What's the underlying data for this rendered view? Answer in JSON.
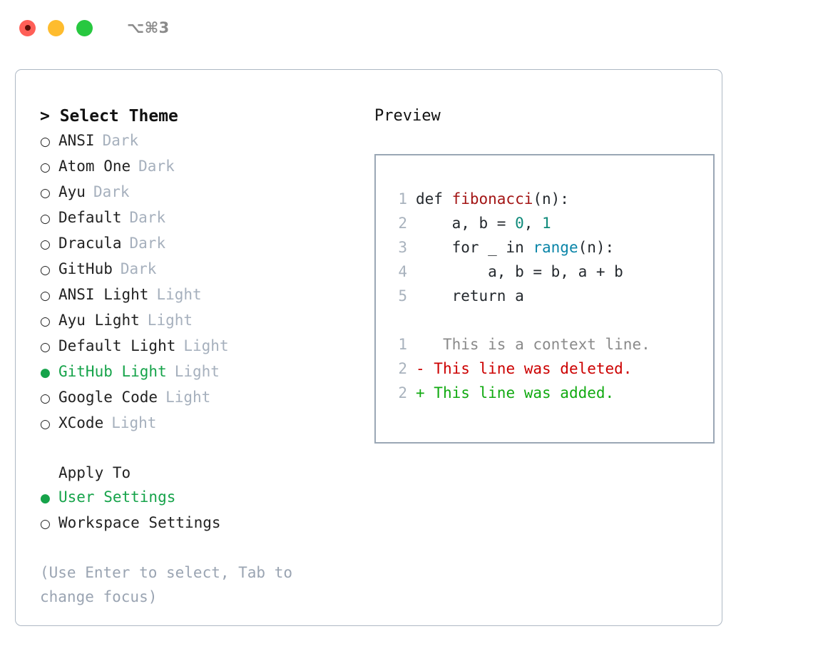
{
  "titlebar": {
    "shortcut": "⌥⌘3",
    "lights": [
      {
        "name": "close",
        "color": "#ff5f57"
      },
      {
        "name": "minimize",
        "color": "#febc2e"
      },
      {
        "name": "maximize",
        "color": "#28c840"
      }
    ]
  },
  "left": {
    "title": "> Select Theme",
    "themes": [
      {
        "bullet": "○",
        "name": "ANSI",
        "tag": "Dark",
        "selected": false
      },
      {
        "bullet": "○",
        "name": "Atom One",
        "tag": "Dark",
        "selected": false
      },
      {
        "bullet": "○",
        "name": "Ayu",
        "tag": "Dark",
        "selected": false
      },
      {
        "bullet": "○",
        "name": "Default",
        "tag": "Dark",
        "selected": false
      },
      {
        "bullet": "○",
        "name": "Dracula",
        "tag": "Dark",
        "selected": false
      },
      {
        "bullet": "○",
        "name": "GitHub",
        "tag": "Dark",
        "selected": false
      },
      {
        "bullet": "○",
        "name": "ANSI Light",
        "tag": "Light",
        "selected": false
      },
      {
        "bullet": "○",
        "name": "Ayu Light",
        "tag": "Light",
        "selected": false
      },
      {
        "bullet": "○",
        "name": "Default Light",
        "tag": "Light",
        "selected": false
      },
      {
        "bullet": "●",
        "name": "GitHub Light",
        "tag": "Light",
        "selected": true
      },
      {
        "bullet": "○",
        "name": "Google Code",
        "tag": "Light",
        "selected": false
      },
      {
        "bullet": "○",
        "name": "XCode",
        "tag": "Light",
        "selected": false
      }
    ],
    "apply_to_title": "Apply To",
    "apply_options": [
      {
        "bullet": "●",
        "name": "User Settings",
        "selected": true
      },
      {
        "bullet": "○",
        "name": "Workspace Settings",
        "selected": false
      }
    ],
    "hint": "(Use Enter to select, Tab to change focus)"
  },
  "right": {
    "preview_label": "Preview",
    "code_lines": [
      {
        "no": "1",
        "segments": [
          {
            "text": "def ",
            "kind": "plain"
          },
          {
            "text": "fibonacci",
            "kind": "fn"
          },
          {
            "text": "(n):",
            "kind": "plain"
          }
        ]
      },
      {
        "no": "2",
        "segments": [
          {
            "text": "    a, b = ",
            "kind": "plain"
          },
          {
            "text": "0",
            "kind": "num"
          },
          {
            "text": ", ",
            "kind": "plain"
          },
          {
            "text": "1",
            "kind": "num"
          }
        ]
      },
      {
        "no": "3",
        "segments": [
          {
            "text": "    for _ in ",
            "kind": "plain"
          },
          {
            "text": "range",
            "kind": "call"
          },
          {
            "text": "(n):",
            "kind": "plain"
          }
        ]
      },
      {
        "no": "4",
        "segments": [
          {
            "text": "        a, b = b, a + b",
            "kind": "plain"
          }
        ]
      },
      {
        "no": "5",
        "segments": [
          {
            "text": "    return a",
            "kind": "plain"
          }
        ]
      }
    ],
    "diff_lines": [
      {
        "no": "1",
        "marker": " ",
        "text": "  This is a context line.",
        "kind": "ctx"
      },
      {
        "no": "2",
        "marker": "-",
        "text": " This line was deleted.",
        "kind": "del"
      },
      {
        "no": "2",
        "marker": "+",
        "text": " This line was added.",
        "kind": "add"
      }
    ]
  },
  "colors": {
    "accent_green": "#16a34a",
    "muted": "#a6b0bd",
    "border": "#aeb8c4",
    "diff_add": "#11aa11",
    "diff_del": "#cc0000",
    "fn": "#a31515",
    "call": "#0a85a8",
    "num": "#0f8a7a"
  }
}
